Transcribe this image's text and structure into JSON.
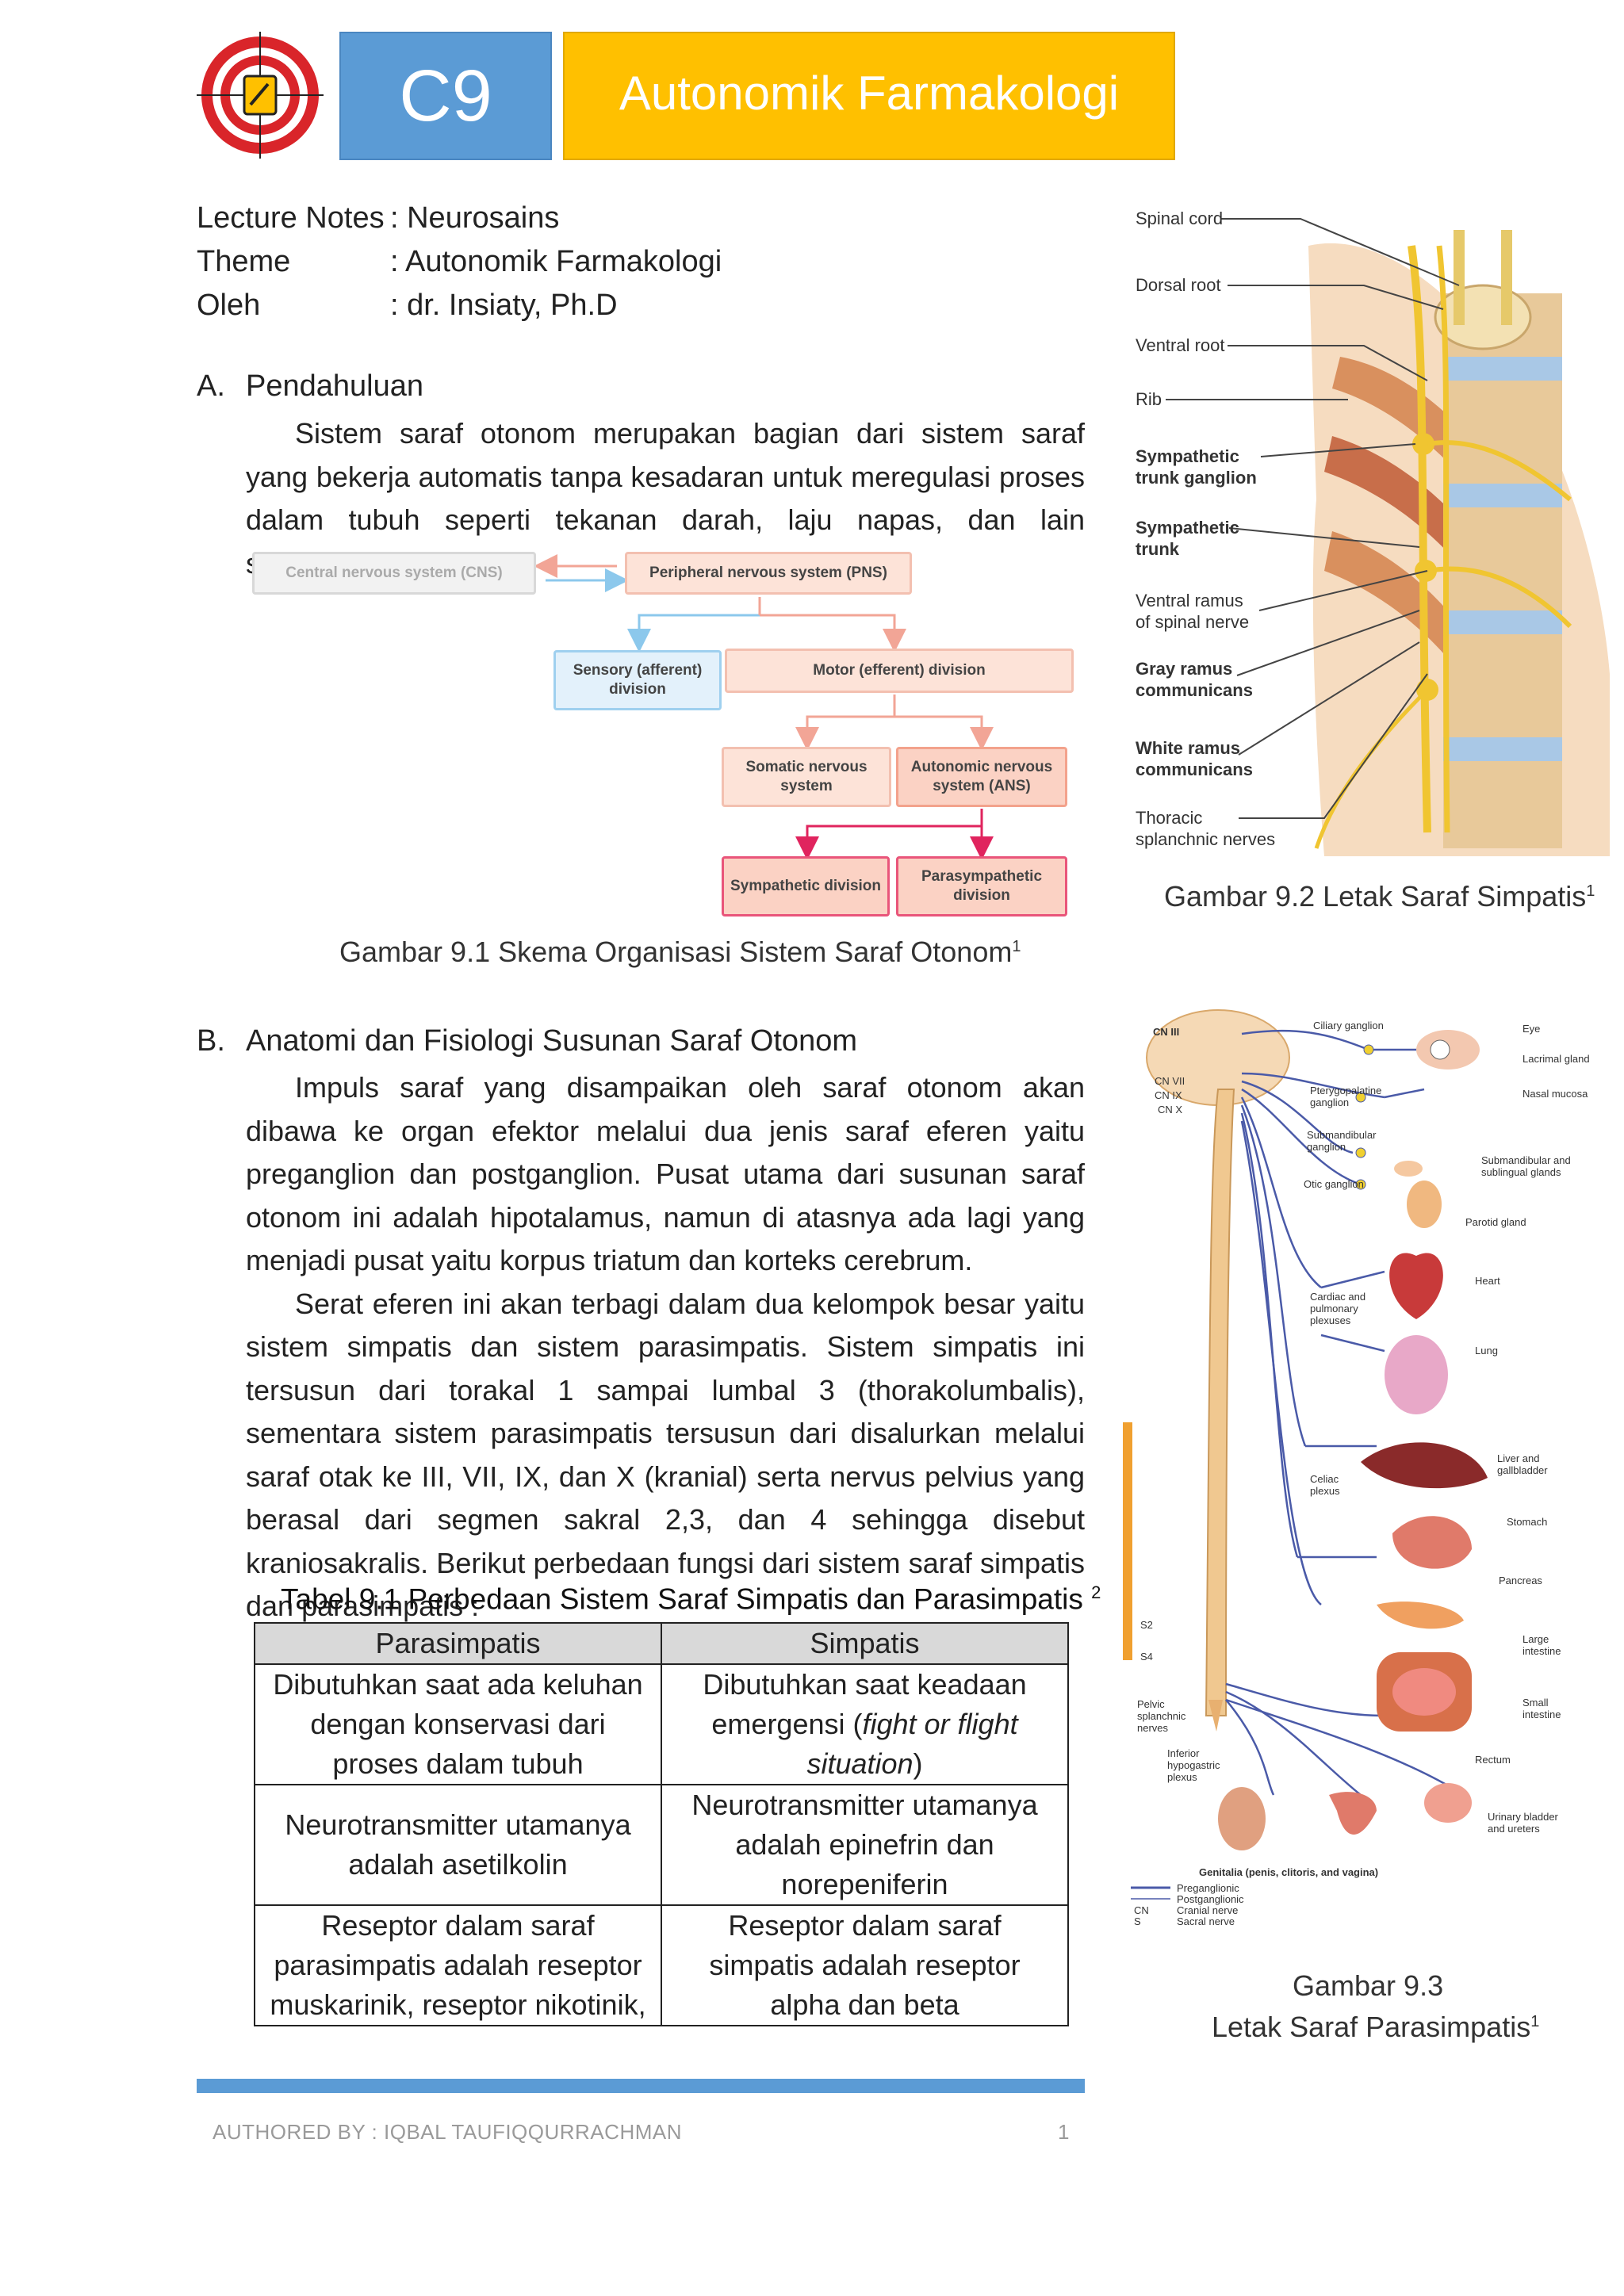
{
  "header": {
    "code": "C9",
    "title": "Autonomik Farmakologi"
  },
  "meta": [
    {
      "key": "Lecture Notes",
      "value": ": Neurosains"
    },
    {
      "key": "Theme",
      "value": ": Autonomik Farmakologi"
    },
    {
      "key": "Oleh",
      "value": ": dr. Insiaty, Ph.D"
    }
  ],
  "section_a": {
    "num": "A.",
    "title": "Pendahuluan",
    "paragraphs": [
      "Sistem saraf otonom merupakan bagian dari sistem saraf yang bekerja automatis tanpa kesadaran untuk meregulasi proses dalam tubuh seperti tekanan darah, laju napas, dan lain sebagainya."
    ]
  },
  "figure1": {
    "boxes": {
      "cns": "Central nervous system (CNS)",
      "pns": "Peripheral nervous system (PNS)",
      "sensory": "Sensory (afferent) division",
      "motor": "Motor (efferent) division",
      "somatic": "Somatic nervous system",
      "ans": "Autonomic nervous system (ANS)",
      "sympathetic": "Sympathetic division",
      "parasympathetic": "Parasympathetic division"
    },
    "caption": "Gambar 9.1 Skema Organisasi Sistem Saraf Otonom",
    "caption_ref": "1"
  },
  "figure2": {
    "labels": [
      "Spinal cord",
      "Dorsal root",
      "Ventral root",
      "Rib",
      "Sympathetic",
      "trunk ganglion",
      "Sympathetic",
      "trunk",
      "Ventral ramus",
      "of spinal nerve",
      "Gray ramus",
      "communicans",
      "White ramus",
      "communicans",
      "Thoracic",
      "splanchnic nerves"
    ],
    "caption": "Gambar 9.2 Letak Saraf Simpatis",
    "caption_ref": "1"
  },
  "section_b": {
    "num": "B.",
    "title": "Anatomi dan Fisiologi Susunan Saraf Otonom",
    "paragraphs": [
      "Impuls saraf yang disampaikan oleh saraf otonom akan dibawa ke organ efektor melalui dua jenis saraf eferen yaitu preganglion dan postganglion. Pusat utama dari susunan saraf otonom ini adalah hipotalamus, namun di atasnya ada lagi yang menjadi pusat yaitu korpus triatum dan korteks cerebrum.",
      "Serat eferen ini akan terbagi dalam dua kelompok besar yaitu sistem simpatis dan sistem parasimpatis. Sistem simpatis ini tersusun dari torakal 1 sampai lumbal 3 (thorakolumbalis), sementara sistem parasimpatis tersusun dari disalurkan melalui saraf otak ke III, VII, IX, dan X (kranial) serta nervus pelvius yang berasal dari segmen sakral 2,3, dan 4 sehingga disebut kraniosakralis. Berikut perbedaan fungsi dari sistem saraf simpatis dan parasimpatis :"
    ]
  },
  "table": {
    "title": "Tabel 9.1 Perbedaan Sistem Saraf Simpatis dan Parasimpatis",
    "title_ref": "2",
    "headers": [
      "Parasimpatis",
      "Simpatis"
    ],
    "rows": [
      {
        "para": "Dibutuhkan saat ada keluhan dengan konservasi dari proses dalam tubuh",
        "simp_pre": "Dibutuhkan saat keadaan emergensi (",
        "simp_italic": "fight or flight situation",
        "simp_post": ")"
      },
      {
        "para": "Neurotransmitter utamanya adalah asetilkolin",
        "simp": "Neurotransmitter utamanya adalah epinefrin dan norepeniferin"
      },
      {
        "para": "Reseptor dalam saraf parasimpatis adalah reseptor muskarinik, reseptor nikotinik,",
        "simp": "Reseptor dalam saraf simpatis adalah reseptor alpha dan beta"
      }
    ]
  },
  "figure3": {
    "labels": {
      "cn3": "CN III",
      "cn7": "CN VII",
      "cn9": "CN IX",
      "cn10": "CN X",
      "ciliary": "Ciliary ganglion",
      "ptery": "Pterygopalatine ganglion",
      "submandg": "Submandibular ganglion",
      "otic": "Otic ganglion",
      "cardiac": "Cardiac and pulmonary plexuses",
      "celiac": "Celiac plexus",
      "s2": "S2",
      "s4": "S4",
      "pelvic": "Pelvic splanchnic nerves",
      "inferior": "Inferior hypogastric plexus",
      "eye": "Eye",
      "lacrimal": "Lacrimal gland",
      "nasal": "Nasal mucosa",
      "submandgl": "Submandibular and sublingual glands",
      "parotid": "Parotid gland",
      "heart": "Heart",
      "lung": "Lung",
      "liver": "Liver and gallbladder",
      "stomach": "Stomach",
      "pancreas": "Pancreas",
      "large": "Large intestine",
      "small": "Small intestine",
      "rectum": "Rectum",
      "urinary": "Urinary bladder and ureters",
      "genitalia": "Genitalia (penis, clitoris, and vagina)",
      "legend_pre": "Preganglionic",
      "legend_post": "Postganglionic",
      "legend_cn_key": "CN",
      "legend_cn": "Cranial nerve",
      "legend_s_key": "S",
      "legend_s": "Sacral nerve"
    },
    "caption_line1": "Gambar 9.3",
    "caption_line2": "Letak Saraf Parasimpatis",
    "caption_ref": "1"
  },
  "footer": {
    "author": "AUTHORED BY : IQBAL TAUFIQQURRACHMAN",
    "page": "1"
  },
  "colors": {
    "blue_header": "#5b9bd5",
    "yellow_header": "#ffc000",
    "logo_red": "#d9252a"
  }
}
